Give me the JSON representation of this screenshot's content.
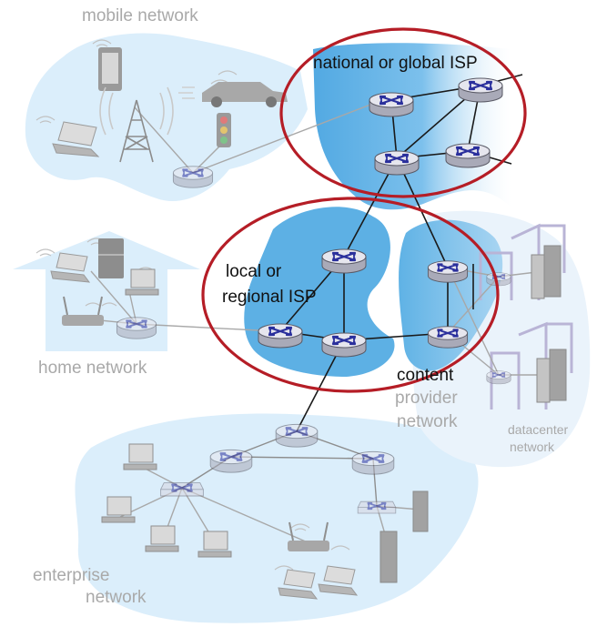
{
  "labels": {
    "mobile_network": "mobile network",
    "national_isp": "national or global ISP",
    "local_isp_line1": "local or",
    "local_isp_line2": "regional ISP",
    "home_network": "home network",
    "content_line1": "content",
    "content_line2": "provider",
    "content_line3": "network",
    "datacenter_line1": "datacenter",
    "datacenter_line2": "network",
    "enterprise_line1": "enterprise",
    "enterprise_line2": "network"
  },
  "colors": {
    "region_fill": "#dbeefb",
    "isp_fill": "#5db0e4",
    "ring": "#b51d26",
    "link": "#1a1a1a",
    "faded_link": "#a8a8a8",
    "router_top": "#e6e6ee",
    "router_arrow": "#2a2f9c",
    "faded_text": "#a9a9a9",
    "dark_text": "#111111"
  },
  "icons": {
    "router": "router-icon",
    "switch": "switch-icon",
    "server": "server-icon",
    "laptop": "laptop-icon",
    "desktop": "desktop-icon",
    "phone": "phone-icon",
    "car": "car-icon",
    "cell_tower": "cell-tower-icon",
    "traffic_light": "traffic-light-icon",
    "wifi_ap": "wifi-access-point-icon",
    "refrigerator": "refrigerator-icon",
    "wifi_waves": "wifi-waves-icon"
  }
}
